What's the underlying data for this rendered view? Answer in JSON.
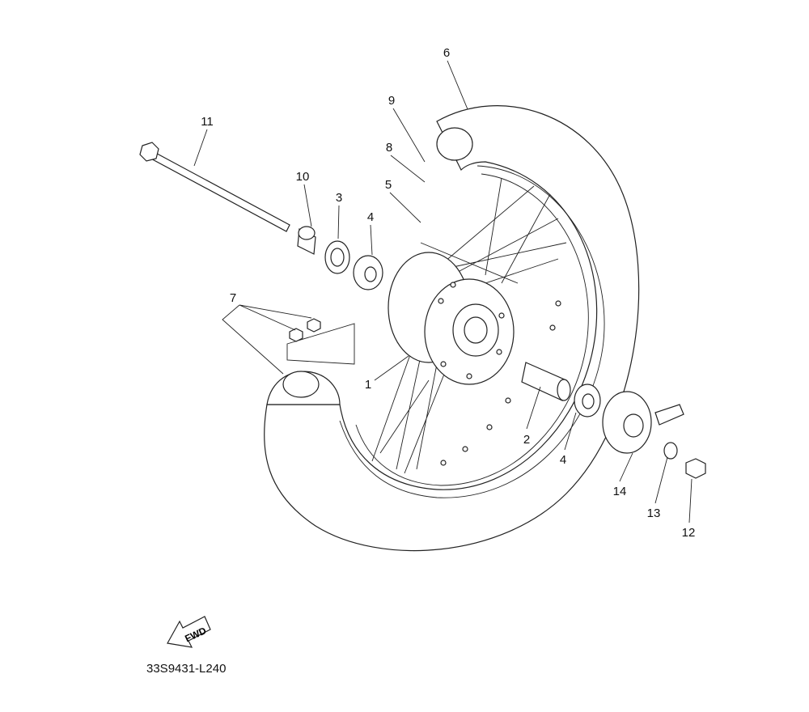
{
  "diagram": {
    "callouts": [
      {
        "id": "tire",
        "label": "6"
      },
      {
        "id": "band",
        "label": "9"
      },
      {
        "id": "valve",
        "label": "8"
      },
      {
        "id": "spoke",
        "label": "5"
      },
      {
        "id": "axle",
        "label": "11"
      },
      {
        "id": "collar-left",
        "label": "10"
      },
      {
        "id": "oil-seal",
        "label": "3"
      },
      {
        "id": "bearing-left",
        "label": "4"
      },
      {
        "id": "balance-weight",
        "label": "7"
      },
      {
        "id": "hub",
        "label": "1"
      },
      {
        "id": "spacer",
        "label": "2"
      },
      {
        "id": "bearing-right",
        "label": "4"
      },
      {
        "id": "gear-unit",
        "label": "14"
      },
      {
        "id": "washer",
        "label": "13"
      },
      {
        "id": "nut",
        "label": "12"
      }
    ],
    "fwd_label": "FWD",
    "drawing_code": "33S9431-L240"
  }
}
